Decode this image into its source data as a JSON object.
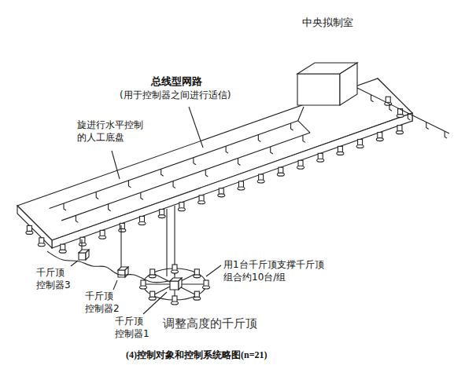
{
  "diagram": {
    "caption": "(4)控制对象和控制系统略图(n=21)",
    "nodes": [
      {
        "text": [
          "中央拟制室"
        ]
      }
    ],
    "labels": [
      "总线型网路",
      "(用于控制器之间进行适信)",
      "旋进行水平控制 的人工底盘",
      "千斤顶 控制器3",
      "千斤顶 控制器2",
      "千斤顶 控制器1",
      "用1台千斤顶支撑千斤顶 组合约10台/组",
      "调整高度的千斤顶"
    ]
  }
}
